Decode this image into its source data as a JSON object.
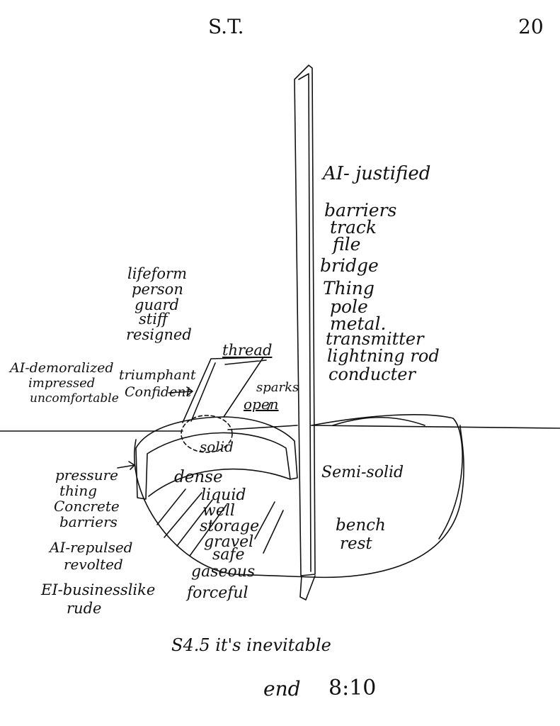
{
  "header": {
    "initials": "S.T.",
    "page_number": "20"
  },
  "pole_words": [
    "AI- justified",
    "barriers",
    "track",
    "file",
    "bridge",
    "Thing",
    "pole",
    "metal.",
    "transmitter",
    "lightning rod",
    "conducter"
  ],
  "lifeform_words": [
    "lifeform",
    "person",
    "guard",
    "stiff",
    "resigned"
  ],
  "left_ai": [
    "AI-demoralized",
    "impressed",
    "uncomfortable"
  ],
  "triumphant": [
    "triumphant",
    "Confident"
  ],
  "thread": "thread",
  "sparks": "sparks",
  "open": "open",
  "solid": "solid",
  "semi_solid": "Semi-solid",
  "below_words": [
    "dense",
    "liquid",
    "well",
    "storage",
    "gravel",
    "safe",
    "gaseous",
    "forceful"
  ],
  "pressure_words": [
    "pressure",
    "thing",
    "Concrete",
    "barriers"
  ],
  "repulsed": [
    "AI-repulsed",
    "revolted"
  ],
  "businesslike": [
    "EI-businesslike",
    "rude"
  ],
  "bench_words": [
    "bench",
    "rest"
  ],
  "footer": {
    "note": "S4.5 it's inevitable",
    "end": "end",
    "time": "8:10"
  },
  "colors": {
    "ink": "#111111",
    "paper": "#ffffff"
  }
}
